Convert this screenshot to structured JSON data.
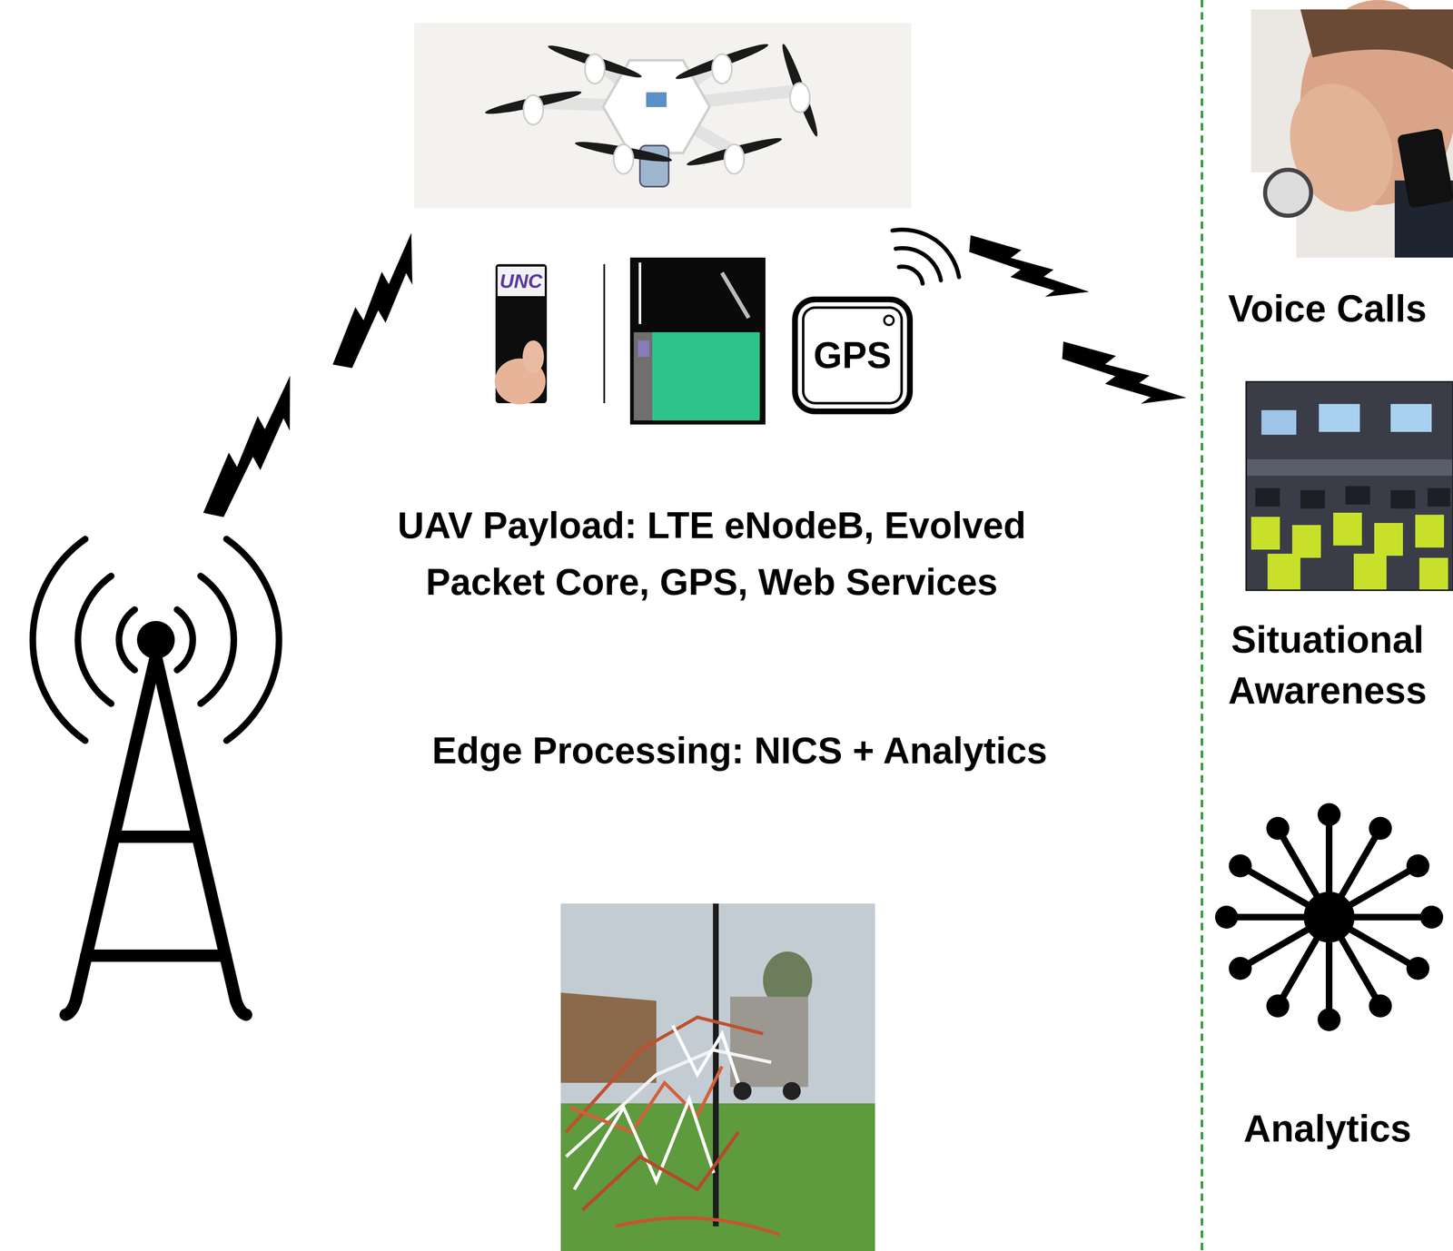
{
  "diagram": {
    "nodes": [
      {
        "text": [
          "GPS"
        ]
      }
    ],
    "labels": [
      "UNC",
      "UAV Payload: LTE eNodeB, Evolved Packet Core, GPS, Web Services",
      "Edge Processing: NICS + Analytics",
      "Voice Calls",
      "Situational Awareness",
      "Analytics"
    ]
  }
}
